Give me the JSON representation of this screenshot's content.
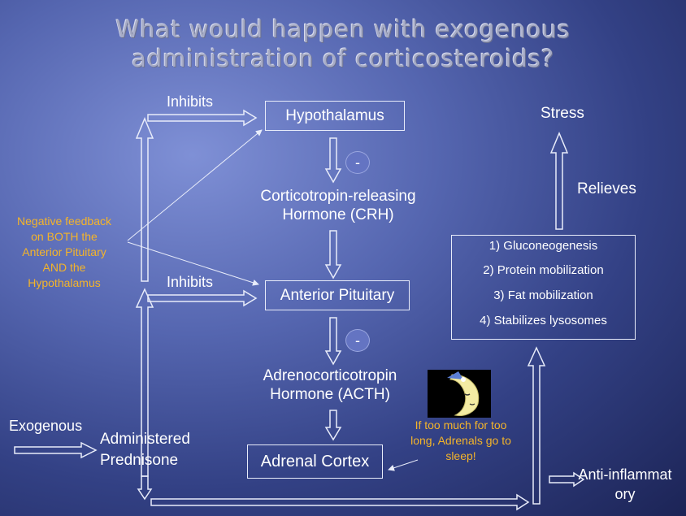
{
  "title": {
    "line1": "What would happen with exogenous",
    "line2": "administration of corticosteroids?"
  },
  "boxes": {
    "hypothalamus": "Hypothalamus",
    "anterior_pituitary": "Anterior Pituitary",
    "adrenal_cortex": "Adrenal Cortex"
  },
  "hormones": {
    "crh_line1": "Corticotropin-releasing",
    "crh_line2": "Hormone (CRH)",
    "acth_line1": "Adrenocorticotropin",
    "acth_line2": "Hormone (ACTH)"
  },
  "minus_sign": "-",
  "labels": {
    "inhibits_top": "Inhibits",
    "inhibits_bottom": "Inhibits",
    "exogenous": "Exogenous",
    "administered_line1": "Administered",
    "administered_line2": "Prednisone",
    "stress": "Stress",
    "relieves": "Relieves",
    "anti_inflammatory_line1": "Anti-inflammat",
    "anti_inflammatory_line2": "ory"
  },
  "negative_feedback": {
    "line1": "Negative feedback",
    "line2": "on BOTH the",
    "line3": "Anterior Pituitary",
    "line4": "AND the",
    "line5": "Hypothalamus"
  },
  "adrenal_note": {
    "line1": "If too much for too",
    "line2": "long, Adrenals go to",
    "line3": "sleep!"
  },
  "effects": [
    "1) Gluconeogenesis",
    "2) Protein mobilization",
    "3) Fat mobilization",
    "4) Stabilizes lysosomes"
  ],
  "colors": {
    "accent_orange": "#f4b42a",
    "line": "#e8ecfa"
  },
  "icons": {
    "sleeping_moon": "sleeping-moon-icon"
  }
}
